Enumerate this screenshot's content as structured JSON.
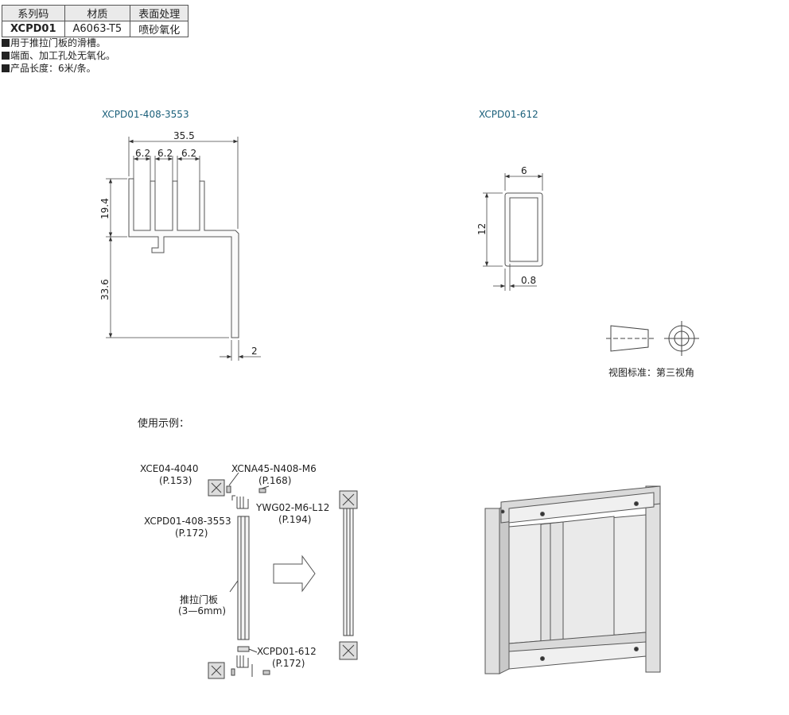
{
  "spec_table": {
    "headers": [
      "系列码",
      "材质",
      "表面处理"
    ],
    "row": [
      "XCPD01",
      "A6063-T5",
      "喷砂氧化"
    ]
  },
  "notes": [
    "用于推拉门板的滑槽。",
    "端面、加工孔处无氧化。",
    "产品长度：6米/条。"
  ],
  "profiles": {
    "left_title": "XCPD01-408-3553",
    "right_title": "XCPD01-612"
  },
  "dimensions": {
    "left": {
      "width": "35.5",
      "slot1": "6.2",
      "slot2": "6.2",
      "slot3": "6.2",
      "upper_height": "19.4",
      "lower_height": "33.6",
      "wall": "2"
    },
    "right": {
      "width": "6",
      "height": "12",
      "wall": "0.8"
    }
  },
  "projection_label": "视图标准：第三视角",
  "usage": {
    "title": "使用示例：",
    "labels": {
      "xce": "XCE04-4040",
      "xce_page": "(P.153)",
      "xcna": "XCNA45-N408-M6",
      "xcna_page": "(P.168)",
      "ywg": "YWG02-M6-L12",
      "ywg_page": "(P.194)",
      "xcpd408": "XCPD01-408-3553",
      "xcpd408_page": "(P.172)",
      "panel": "推拉门板",
      "panel_range": "(3—6mm)",
      "xcpd612": "XCPD01-612",
      "xcpd612_page": "(P.172)"
    }
  }
}
